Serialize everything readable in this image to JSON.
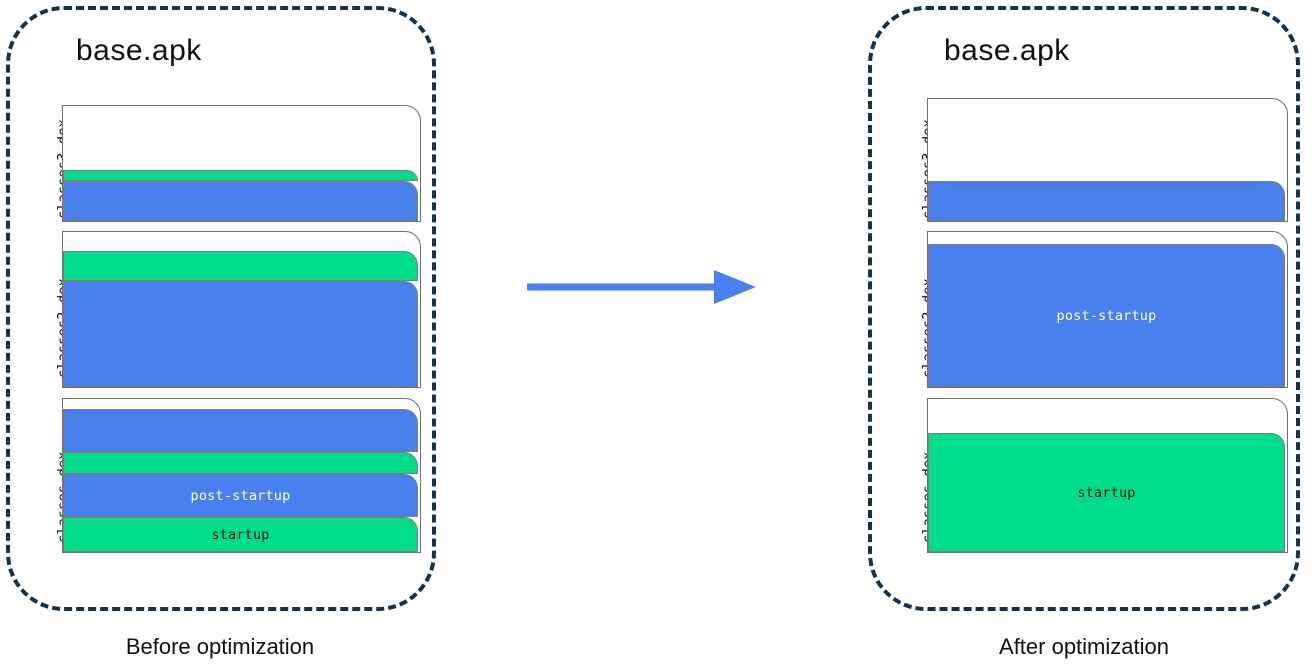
{
  "diagram": {
    "type": "before-after-comparison",
    "subject": "Android APK dex file layout optimization",
    "accent_blue": "#4A7FEE",
    "accent_green": "#00DD8A",
    "border_navy": "#153449",
    "arrow_color": "#4A7FEE",
    "arrow_label": "transforms-into"
  },
  "panels": [
    {
      "id": "before",
      "apk_title": "base.apk",
      "caption": "Before optimization",
      "dex_files": [
        {
          "label": "classes3.dex",
          "bands": [
            {
              "color": "empty",
              "text": ""
            },
            {
              "color": "green",
              "text": ""
            },
            {
              "color": "blue",
              "text": ""
            }
          ]
        },
        {
          "label": "classes2.dex",
          "bands": [
            {
              "color": "empty",
              "text": ""
            },
            {
              "color": "green",
              "text": ""
            },
            {
              "color": "blue",
              "text": ""
            }
          ]
        },
        {
          "label": "classes.dex",
          "bands": [
            {
              "color": "empty",
              "text": ""
            },
            {
              "color": "blue",
              "text": ""
            },
            {
              "color": "green",
              "text": ""
            },
            {
              "color": "blue",
              "text": "post-startup"
            },
            {
              "color": "green",
              "text": "startup"
            }
          ]
        }
      ]
    },
    {
      "id": "after",
      "apk_title": "base.apk",
      "caption": "After optimization",
      "dex_files": [
        {
          "label": "classes3.dex",
          "bands": [
            {
              "color": "empty",
              "text": ""
            },
            {
              "color": "blue",
              "text": ""
            }
          ]
        },
        {
          "label": "classes2.dex",
          "bands": [
            {
              "color": "empty",
              "text": ""
            },
            {
              "color": "blue",
              "text": "post-startup"
            }
          ]
        },
        {
          "label": "classes.dex",
          "bands": [
            {
              "color": "empty",
              "text": ""
            },
            {
              "color": "green",
              "text": "startup"
            }
          ]
        }
      ]
    }
  ]
}
